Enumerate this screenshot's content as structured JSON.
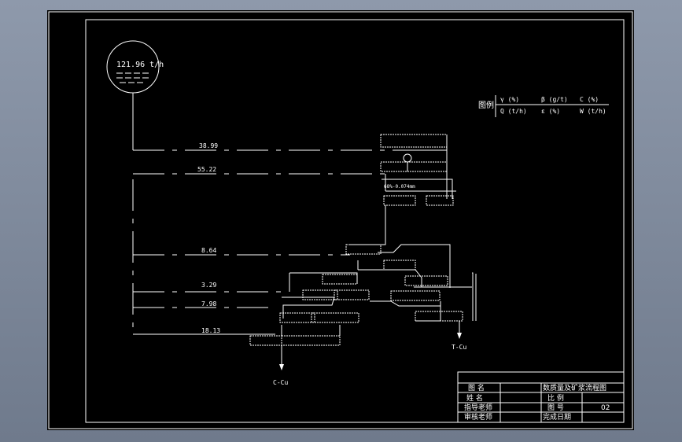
{
  "feed": {
    "label": "121.96 t/h"
  },
  "legend": {
    "heading": "图例",
    "row1": [
      "γ (%)",
      "β (g/t)",
      "C (%)"
    ],
    "row2": [
      "Q (t/h)",
      "ε (%)",
      "W (t/h)"
    ]
  },
  "streams": [
    {
      "label": "38.99"
    },
    {
      "label": "55.22"
    },
    {
      "label": "8.64"
    },
    {
      "label": "3.29"
    },
    {
      "label": "7.98"
    },
    {
      "label": "18.13"
    }
  ],
  "screen_label": "68%-0.074mm",
  "products": {
    "concentrate": "C-Cu",
    "tailings": "T-Cu"
  },
  "title_block": {
    "row1": {
      "label": "图  名",
      "value": "数质量及矿浆流程图"
    },
    "row2": {
      "label": "姓  名",
      "key": "比  例",
      "value": ""
    },
    "row3": {
      "label": "指导老师",
      "key": "图  号",
      "value": "02"
    },
    "row4": {
      "label": "审核老师",
      "key": "完成日期",
      "value": ""
    }
  }
}
